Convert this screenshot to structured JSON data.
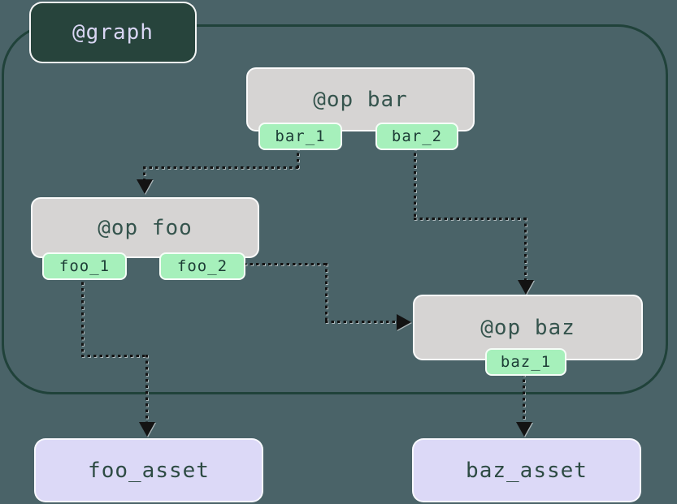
{
  "diagram": {
    "graph_label": "@graph",
    "ops": [
      {
        "id": "bar",
        "title": "@op bar",
        "outputs": [
          "bar_1",
          "bar_2"
        ]
      },
      {
        "id": "foo",
        "title": "@op foo",
        "outputs": [
          "foo_1",
          "foo_2"
        ]
      },
      {
        "id": "baz",
        "title": "@op baz",
        "outputs": [
          "baz_1"
        ]
      }
    ],
    "assets": [
      {
        "id": "foo_asset",
        "label": "foo_asset"
      },
      {
        "id": "baz_asset",
        "label": "baz_asset"
      }
    ],
    "edges": [
      {
        "from": "bar.bar_1",
        "to": "foo"
      },
      {
        "from": "bar.bar_2",
        "to": "baz"
      },
      {
        "from": "foo.foo_2",
        "to": "baz"
      },
      {
        "from": "foo.foo_1",
        "to": "foo_asset"
      },
      {
        "from": "baz.baz_1",
        "to": "baz_asset"
      }
    ],
    "colors": {
      "background": "#4a6368",
      "container_border": "#20423a",
      "graph_label_fill": "#27443c",
      "graph_label_text": "#d9d6f4",
      "op_fill": "#d6d4d3",
      "op_text": "#35544d",
      "output_tab_fill": "#a6f0bb",
      "output_tab_text": "#1d3d36",
      "asset_fill": "#dcd9f7",
      "asset_text": "#2d4b43",
      "edge_dots": "#131313"
    }
  }
}
